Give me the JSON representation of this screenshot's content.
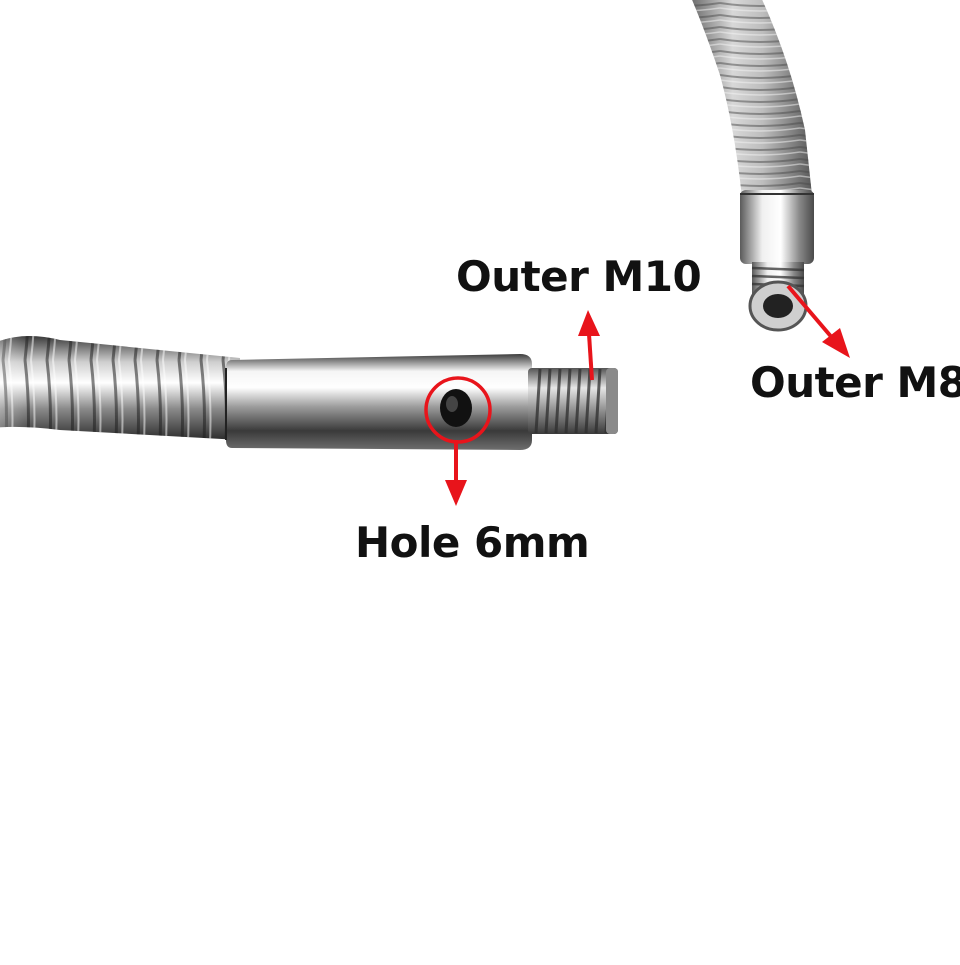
{
  "labels": {
    "outer_m10": "Outer M10",
    "outer_m8": "Outer M8",
    "hole": "Hole 6mm"
  },
  "colors": {
    "background": "#ffffff",
    "annotation_red": "#e8141b",
    "label_text": "#111111",
    "chrome_light": "#f2f2f2",
    "chrome_dark": "#2a2a2a"
  },
  "icons": {
    "arrow_m10": "arrow-up-icon",
    "arrow_m8": "arrow-down-right-icon",
    "arrow_hole": "arrow-down-icon",
    "hole_marker": "circle-marker-icon"
  }
}
